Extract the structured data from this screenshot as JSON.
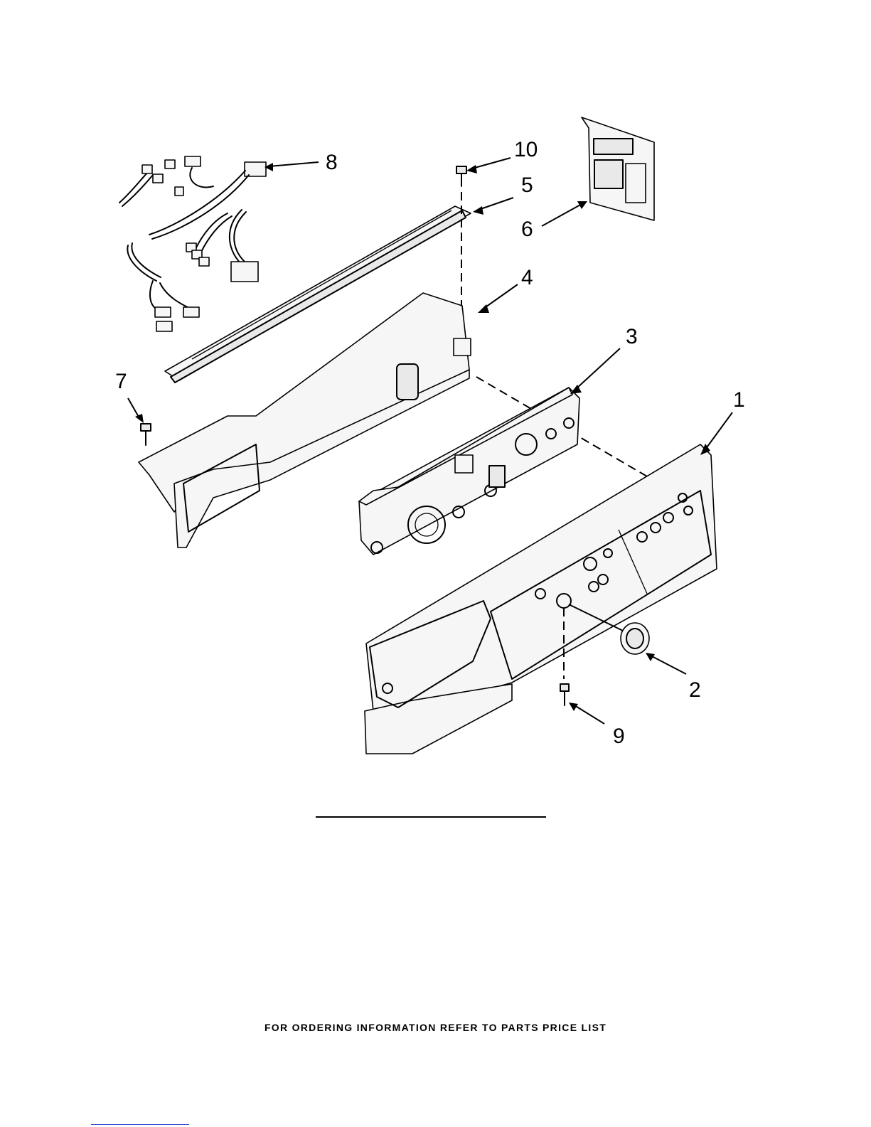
{
  "callouts": [
    {
      "id": "1",
      "label": "1"
    },
    {
      "id": "2",
      "label": "2"
    },
    {
      "id": "3",
      "label": "3"
    },
    {
      "id": "4",
      "label": "4"
    },
    {
      "id": "5",
      "label": "5"
    },
    {
      "id": "6",
      "label": "6"
    },
    {
      "id": "7",
      "label": "7"
    },
    {
      "id": "8",
      "label": "8"
    },
    {
      "id": "9",
      "label": "9"
    },
    {
      "id": "10",
      "label": "10"
    }
  ],
  "footer": {
    "text": "FOR ORDERING INFORMATION REFER TO PARTS PRICE LIST"
  }
}
